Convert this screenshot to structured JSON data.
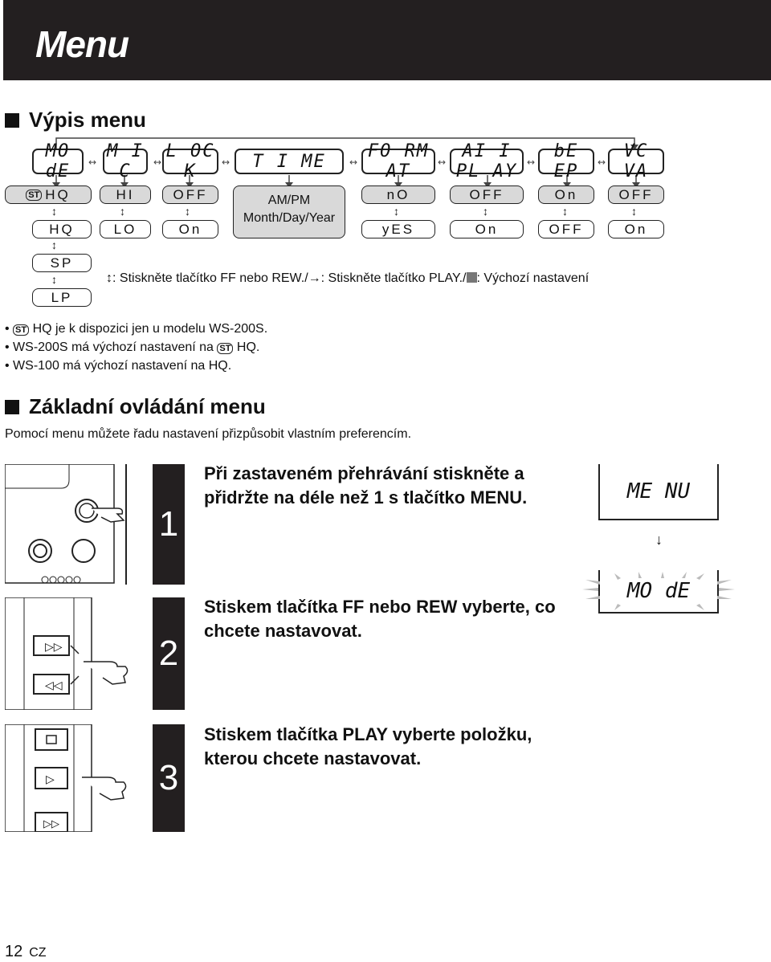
{
  "header": {
    "title": "Menu"
  },
  "section1": {
    "title": "Výpis menu"
  },
  "menu": {
    "items": [
      "MO dE",
      "M I C",
      "L OC K",
      "T I ME",
      "FO RM AT",
      "AI I PL AY",
      "bE EP",
      "VC VA"
    ],
    "mode_options": [
      "HQ",
      "HQ",
      "SP",
      "LP"
    ],
    "mic_options": [
      "HI",
      "LO"
    ],
    "lock_options": [
      "OFF",
      "On"
    ],
    "time_text": [
      "AM/PM",
      "Month/Day/Year"
    ],
    "format_options": [
      "nO",
      "yES"
    ],
    "allplay_options": [
      "OFF",
      "On"
    ],
    "beep_options": [
      "On",
      "OFF"
    ],
    "vcva_options": [
      "OFF",
      "On"
    ],
    "st_label": "ST"
  },
  "legend": {
    "part1": ": Stiskněte tlačítko FF nebo REW./",
    "part2": ": Stiskněte tlačítko PLAY./",
    "part3": ": Výchozí nastavení"
  },
  "notes": {
    "n1": "HQ je k dispozici jen u modelu WS-200S.",
    "n2_a": "WS-200S má výchozí nastavení na",
    "n2_b": "HQ.",
    "n3": "WS-100 má výchozí nastavení na HQ."
  },
  "section2": {
    "title": "Základní ovládání menu",
    "intro": "Pomocí menu můžete řadu nastavení přizpůsobit vlastním preferencím."
  },
  "steps": [
    {
      "num": "1",
      "text": "Při zastaveném přehrávání stiskněte a přidržte na déle než 1 s tlačítko MENU."
    },
    {
      "num": "2",
      "text": "Stiskem tlačítka FF nebo REW vyberte, co chcete nastavovat."
    },
    {
      "num": "3",
      "text": "Stiskem tlačítka PLAY vyberte položku, kterou chcete nastavovat."
    }
  ],
  "lcd": {
    "screen1": "ME NU",
    "screen2": "MO dE"
  },
  "footer": {
    "page": "12",
    "lang": "CZ"
  }
}
